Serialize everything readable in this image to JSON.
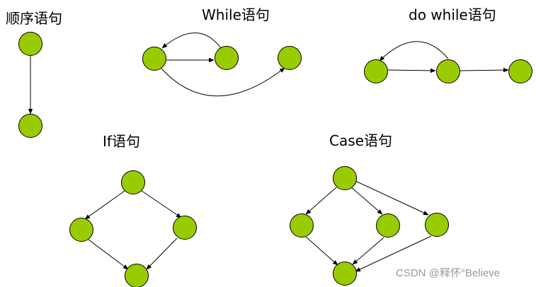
{
  "titles": {
    "sequence": "顺序语句",
    "while": "While语句",
    "do_while": "do while语句",
    "if": "If语句",
    "case": "Case语句"
  },
  "watermark": "CSDN @释怀°Believe",
  "colors": {
    "node_fill": "#99cc00",
    "node_stroke": "#000000",
    "edge": "#000000",
    "watermark": "#9a9a9a"
  }
}
